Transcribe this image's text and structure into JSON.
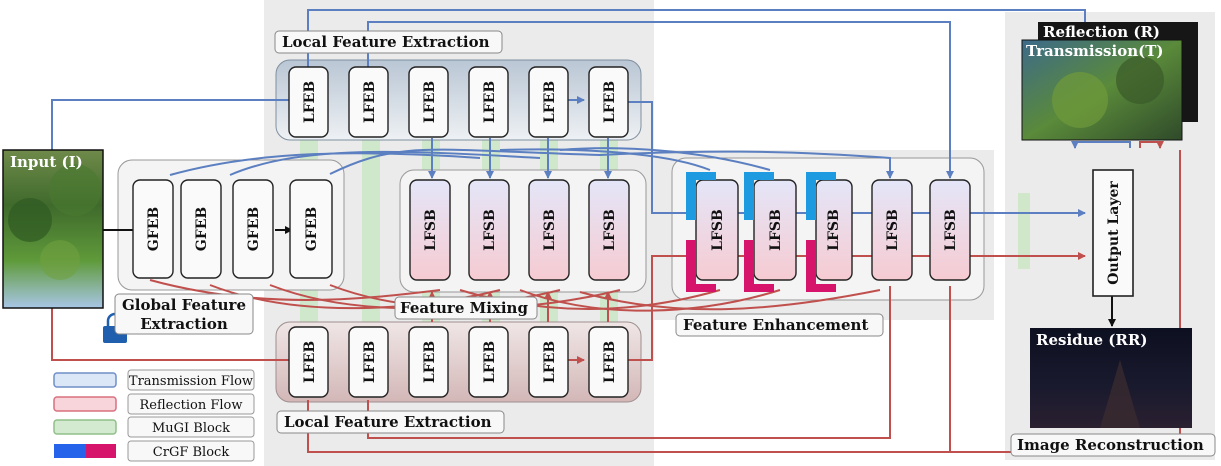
{
  "sections": {
    "local_top": "Local Feature Extraction",
    "local_bottom": "Local Feature Extraction",
    "global_line1": "Global Feature",
    "global_line2": "Extraction",
    "mixing": "Feature Mixing",
    "enhancement": "Feature Enhancement",
    "reconstruction": "Image Reconstruction"
  },
  "blocks": {
    "lfeb": "LFEB",
    "gfeb": "GFEB",
    "lfsb": "LFSB",
    "output": "Output Layer"
  },
  "images": {
    "input": "Input (I)",
    "reflection": "Reflection (R)",
    "transmission": "Transmission(T)",
    "residue": "Residue (RR)"
  },
  "legend": [
    {
      "label": "Transmission Flow",
      "fill": "#dbe6f7",
      "stroke": "#6e8fc9"
    },
    {
      "label": "Reflection Flow",
      "fill": "#f7d5da",
      "stroke": "#d9707e"
    },
    {
      "label": "MuGI Block",
      "fill": "#d4ead0",
      "stroke": "#8fc087"
    },
    {
      "label": "CrGF Block",
      "fill": "#2563eb",
      "fill2": "#d6146c"
    }
  ],
  "colors": {
    "transmission": "#5b7fc0",
    "reflection": "#c0504d",
    "mugi": "#cde7c7",
    "crgf_blue": "#1e9be0",
    "crgf_pink": "#d6146c"
  }
}
